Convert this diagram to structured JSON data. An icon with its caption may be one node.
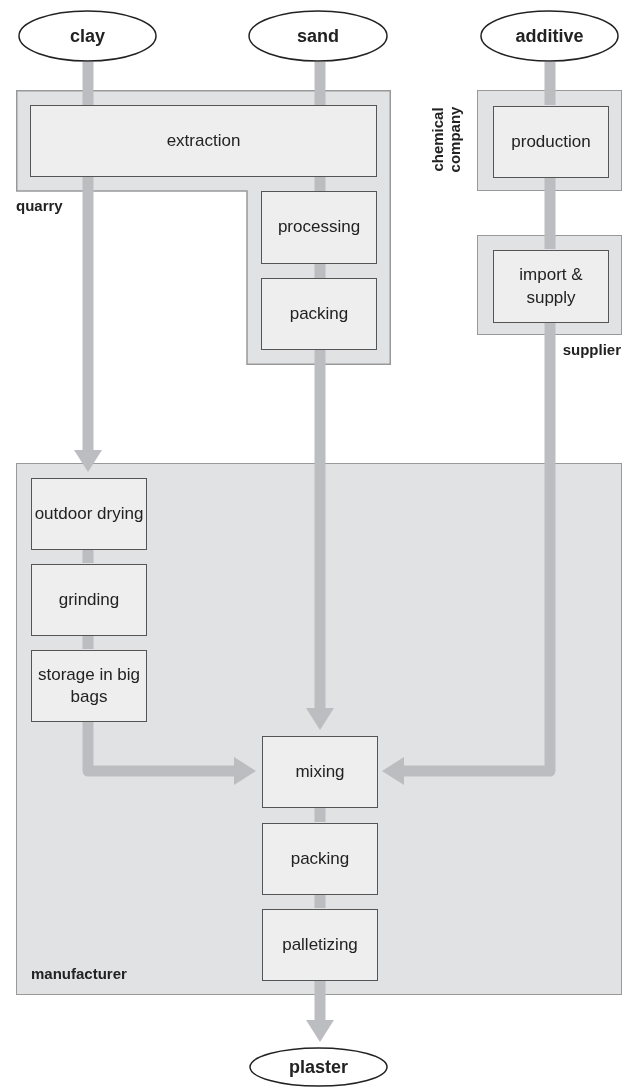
{
  "diagram": {
    "nodes": [
      {
        "text": [
          "clay"
        ]
      },
      {
        "text": [
          "sand"
        ]
      },
      {
        "text": [
          "additive"
        ]
      },
      {
        "text": [
          "quarry"
        ]
      },
      {
        "text": [
          "extraction"
        ],
        "in": 3
      },
      {
        "text": [
          "processing"
        ],
        "in": 3
      },
      {
        "text": [
          "packing"
        ],
        "in": 3
      },
      {
        "text": [
          "chemical company"
        ]
      },
      {
        "text": [
          "production"
        ],
        "in": 7
      },
      {
        "text": [
          "supplier"
        ]
      },
      {
        "text": [
          "import & supply"
        ],
        "in": 9
      },
      {
        "text": [
          "manufacturer"
        ]
      },
      {
        "text": [
          "outdoor drying"
        ],
        "in": 11
      },
      {
        "text": [
          "grinding"
        ],
        "in": 11
      },
      {
        "text": [
          "storage in big bags"
        ],
        "in": 11
      },
      {
        "text": [
          "mixing"
        ],
        "in": 11
      },
      {
        "text": [
          "packing"
        ],
        "in": 11
      },
      {
        "text": [
          "palletizing"
        ],
        "in": 11
      },
      {
        "text": [
          "plaster"
        ]
      }
    ],
    "edges": [
      {
        "from": 0,
        "to": 4,
        "arrow": "none"
      },
      {
        "from": 1,
        "to": 4,
        "arrow": "none"
      },
      {
        "from": 4,
        "to": 12,
        "arrow": "to"
      },
      {
        "from": 4,
        "to": 5,
        "arrow": "none"
      },
      {
        "from": 5,
        "to": 6,
        "arrow": "none"
      },
      {
        "from": 6,
        "to": 15,
        "arrow": "to"
      },
      {
        "from": 12,
        "to": 13,
        "arrow": "none"
      },
      {
        "from": 13,
        "to": 14,
        "arrow": "none"
      },
      {
        "from": 14,
        "to": 15,
        "arrow": "to"
      },
      {
        "from": 2,
        "to": 8,
        "arrow": "none"
      },
      {
        "from": 8,
        "to": 10,
        "arrow": "none"
      },
      {
        "from": 10,
        "to": 15,
        "arrow": "to"
      },
      {
        "from": 15,
        "to": 16,
        "arrow": "none"
      },
      {
        "from": 16,
        "to": 17,
        "arrow": "none"
      },
      {
        "from": 17,
        "to": 18,
        "arrow": "to"
      }
    ]
  }
}
